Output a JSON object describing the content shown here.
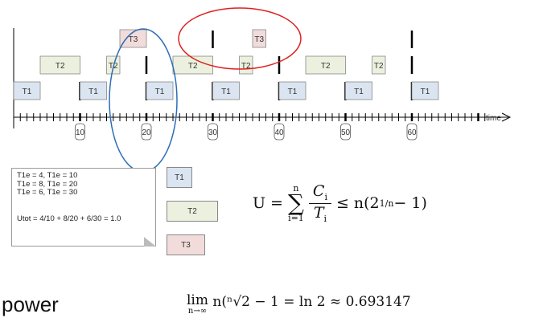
{
  "timeline": {
    "time_label": "time",
    "major_ticks": [
      "10",
      "20",
      "30",
      "40",
      "50",
      "60"
    ]
  },
  "tasks": {
    "T1": {
      "label": "T1",
      "color": "#dbe5f1"
    },
    "T2": {
      "label": "T2",
      "color": "#ebf1de"
    },
    "T3": {
      "label": "T3",
      "color": "#f2dcdb"
    }
  },
  "note": {
    "lines": [
      "T1e = 4, T1e = 10",
      "T1e = 8, T1e = 20",
      "T1e = 6, T1e = 30"
    ],
    "utot": "Utot = 4/10 + 8/20 + 6/30 = 1.0"
  },
  "legend": {
    "t1": "T1",
    "t2": "T2",
    "t3": "T3"
  },
  "formula": {
    "lhs": "U",
    "sum_upper": "n",
    "sum_lower": "i=1",
    "numerator": "C",
    "numerator_sub": "i",
    "denominator": "T",
    "denominator_sub": "i",
    "rhs": "≤ n(2",
    "rhs_exp": "1/n",
    "rhs_tail": " − 1)"
  },
  "power_label": "power",
  "limit_formula": {
    "lim": "lim",
    "sub": "n→∞",
    "expr": " n(ⁿ√2 − 1 = ln 2  ≈ 0.693147"
  },
  "colors": {
    "blue_circle": "#2e6db5",
    "red_circle": "#e02020"
  }
}
